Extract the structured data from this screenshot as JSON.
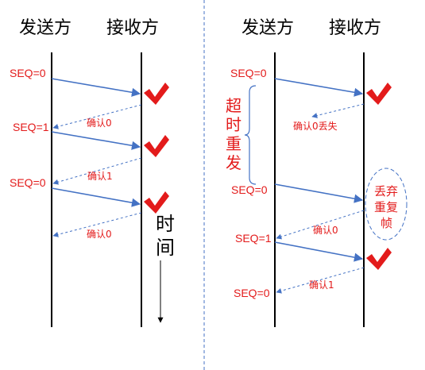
{
  "left": {
    "sender_title": "发送方",
    "receiver_title": "接收方",
    "seq_labels": [
      "SEQ=0",
      "SEQ=1",
      "SEQ=0"
    ],
    "ack_labels": [
      "确认0",
      "确认1",
      "确认0"
    ],
    "time_chars": [
      "时",
      "间"
    ]
  },
  "right": {
    "sender_title": "发送方",
    "receiver_title": "接收方",
    "seq_labels": [
      "SEQ=0",
      "SEQ=0",
      "SEQ=1",
      "SEQ=0"
    ],
    "ack_labels": [
      "确认0丢失",
      "确认0",
      "确认1"
    ],
    "timeout_chars": [
      "超",
      "时",
      "重",
      "发"
    ],
    "discard_chars": [
      "丢弃",
      "重复",
      "帧"
    ]
  },
  "colors": {
    "arrow": "#4472c4",
    "label": "#e31b1b",
    "check": "#e31b1b",
    "divider": "#4472c4",
    "timeline": "#000000"
  }
}
